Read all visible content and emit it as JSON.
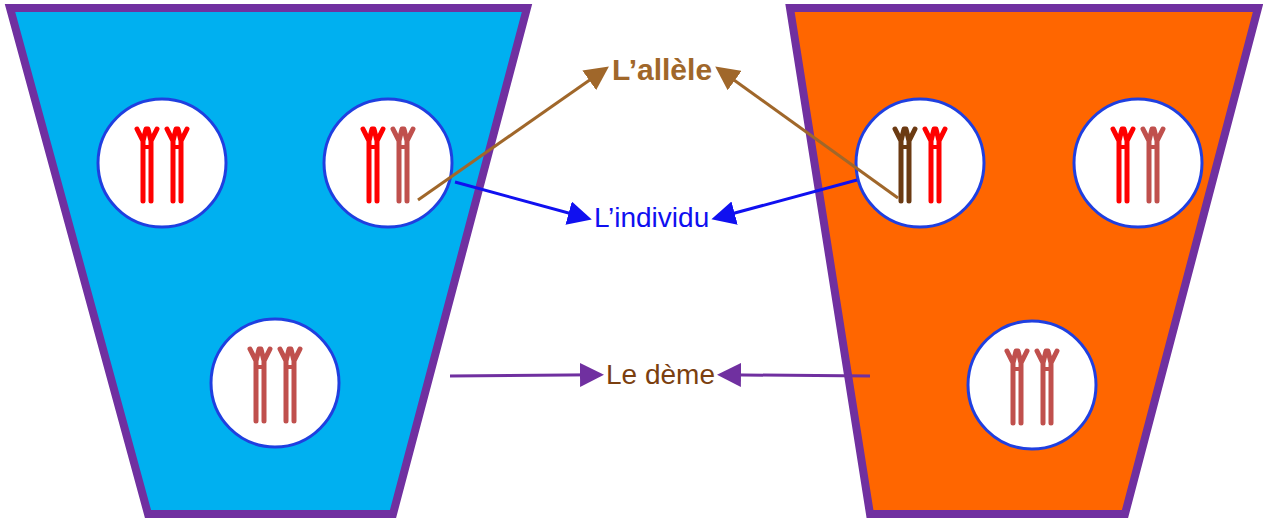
{
  "diagram": {
    "labels": [
      "L’allèle",
      "L’individu",
      "Le dème"
    ]
  }
}
